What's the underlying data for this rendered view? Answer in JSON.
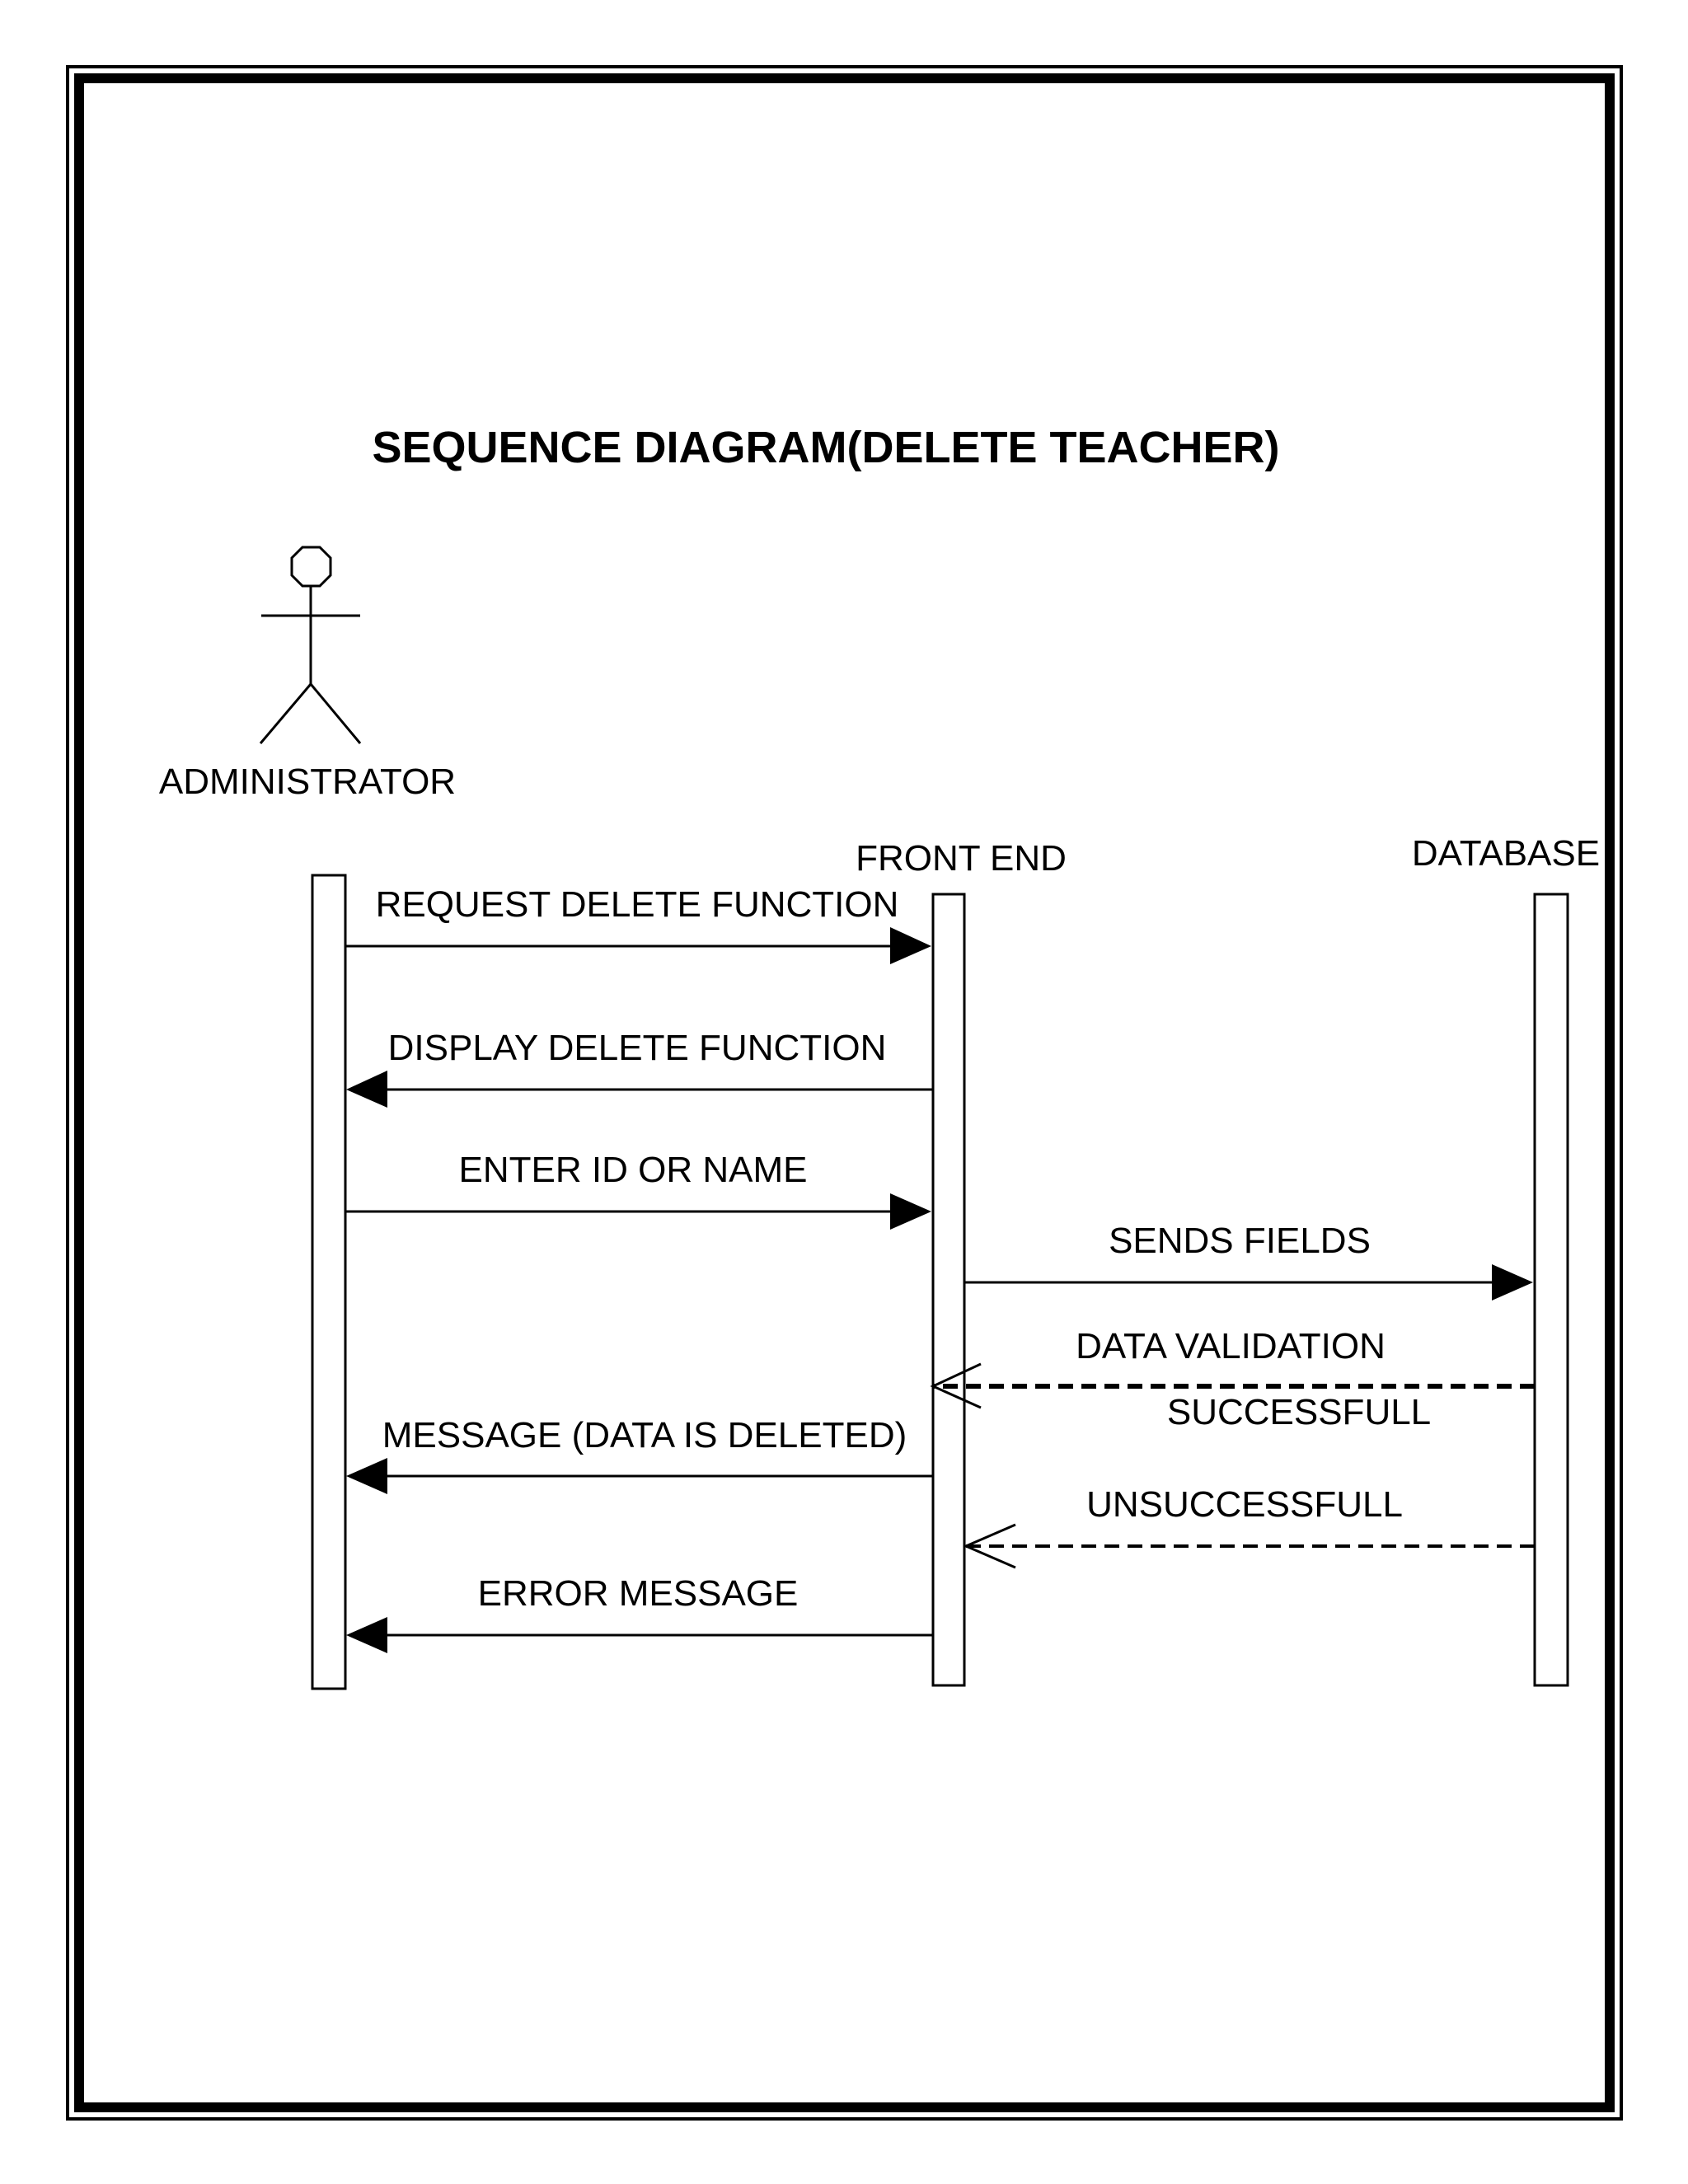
{
  "title": "SEQUENCE DIAGRAM(DELETE TEACHER)",
  "actor": {
    "name": "ADMINISTRATOR"
  },
  "participants": {
    "front_end": "FRONT END",
    "database": "DATABASE"
  },
  "messages": [
    {
      "label": "REQUEST DELETE FUNCTION",
      "from": "ADMINISTRATOR",
      "to": "FRONT END",
      "kind": "synchronous"
    },
    {
      "label": "DISPLAY DELETE FUNCTION",
      "from": "FRONT END",
      "to": "ADMINISTRATOR",
      "kind": "synchronous"
    },
    {
      "label": "ENTER ID OR NAME",
      "from": "ADMINISTRATOR",
      "to": "FRONT END",
      "kind": "synchronous"
    },
    {
      "label": "SENDS FIELDS",
      "from": "FRONT END",
      "to": "DATABASE",
      "kind": "synchronous"
    },
    {
      "label": "DATA VALIDATION",
      "from": "DATABASE",
      "to": "FRONT END",
      "kind": "return"
    },
    {
      "label": "SUCCESSFULL",
      "from": "DATABASE",
      "to": "FRONT END",
      "kind": "return"
    },
    {
      "label": "MESSAGE (DATA IS DELETED)",
      "from": "FRONT END",
      "to": "ADMINISTRATOR",
      "kind": "synchronous"
    },
    {
      "label": "UNSUCCESSFULL",
      "from": "DATABASE",
      "to": "FRONT END",
      "kind": "return"
    },
    {
      "label": "ERROR MESSAGE",
      "from": "FRONT END",
      "to": "ADMINISTRATOR",
      "kind": "synchronous"
    }
  ],
  "colors": {
    "line": "#000000",
    "background": "#ffffff"
  }
}
